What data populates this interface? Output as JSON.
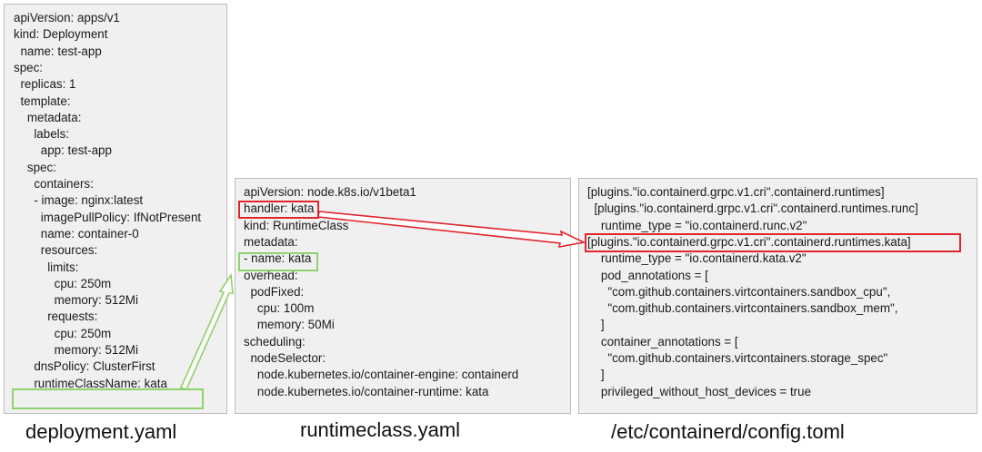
{
  "deployment": {
    "lines": [
      "apiVersion: apps/v1",
      "kind: Deployment",
      "  name: test-app",
      "spec:",
      "  replicas: 1",
      "  template:",
      "    metadata:",
      "      labels:",
      "        app: test-app",
      "    spec:",
      "      containers:",
      "      - image: nginx:latest",
      "        imagePullPolicy: IfNotPresent",
      "        name: container-0",
      "        resources:",
      "          limits:",
      "            cpu: 250m",
      "            memory: 512Mi",
      "          requests:",
      "            cpu: 250m",
      "            memory: 512Mi",
      "      dnsPolicy: ClusterFirst",
      "      runtimeClassName: kata"
    ],
    "caption": "deployment.yaml"
  },
  "runtimeclass": {
    "lines": [
      "apiVersion: node.k8s.io/v1beta1",
      "handler: kata",
      "kind: RuntimeClass",
      "metadata:",
      "- name: kata",
      "overhead:",
      "  podFixed:",
      "    cpu: 100m",
      "    memory: 50Mi",
      "scheduling:",
      "  nodeSelector:",
      "    node.kubernetes.io/container-engine: containerd",
      "    node.kubernetes.io/container-runtime: kata"
    ],
    "caption": "runtimeclass.yaml"
  },
  "config": {
    "lines": [
      "[plugins.\"io.containerd.grpc.v1.cri\".containerd.runtimes]",
      "  [plugins.\"io.containerd.grpc.v1.cri\".containerd.runtimes.runc]",
      "    runtime_type = \"io.containerd.runc.v2\"",
      "[plugins.\"io.containerd.grpc.v1.cri\".containerd.runtimes.kata]",
      "    runtime_type = \"io.containerd.kata.v2\"",
      "    pod_annotations = [",
      "      \"com.github.containers.virtcontainers.sandbox_cpu\",",
      "      \"com.github.containers.virtcontainers.sandbox_mem\",",
      "    ]",
      "    container_annotations = [",
      "      \"com.github.containers.virtcontainers.storage_spec\"",
      "    ]",
      "    privileged_without_host_devices = true"
    ],
    "caption": "/etc/containerd/config.toml"
  },
  "colors": {
    "red_highlight": "#e0252b",
    "green_highlight": "#8fd16a",
    "panel_bg": "#f0f0f0"
  }
}
